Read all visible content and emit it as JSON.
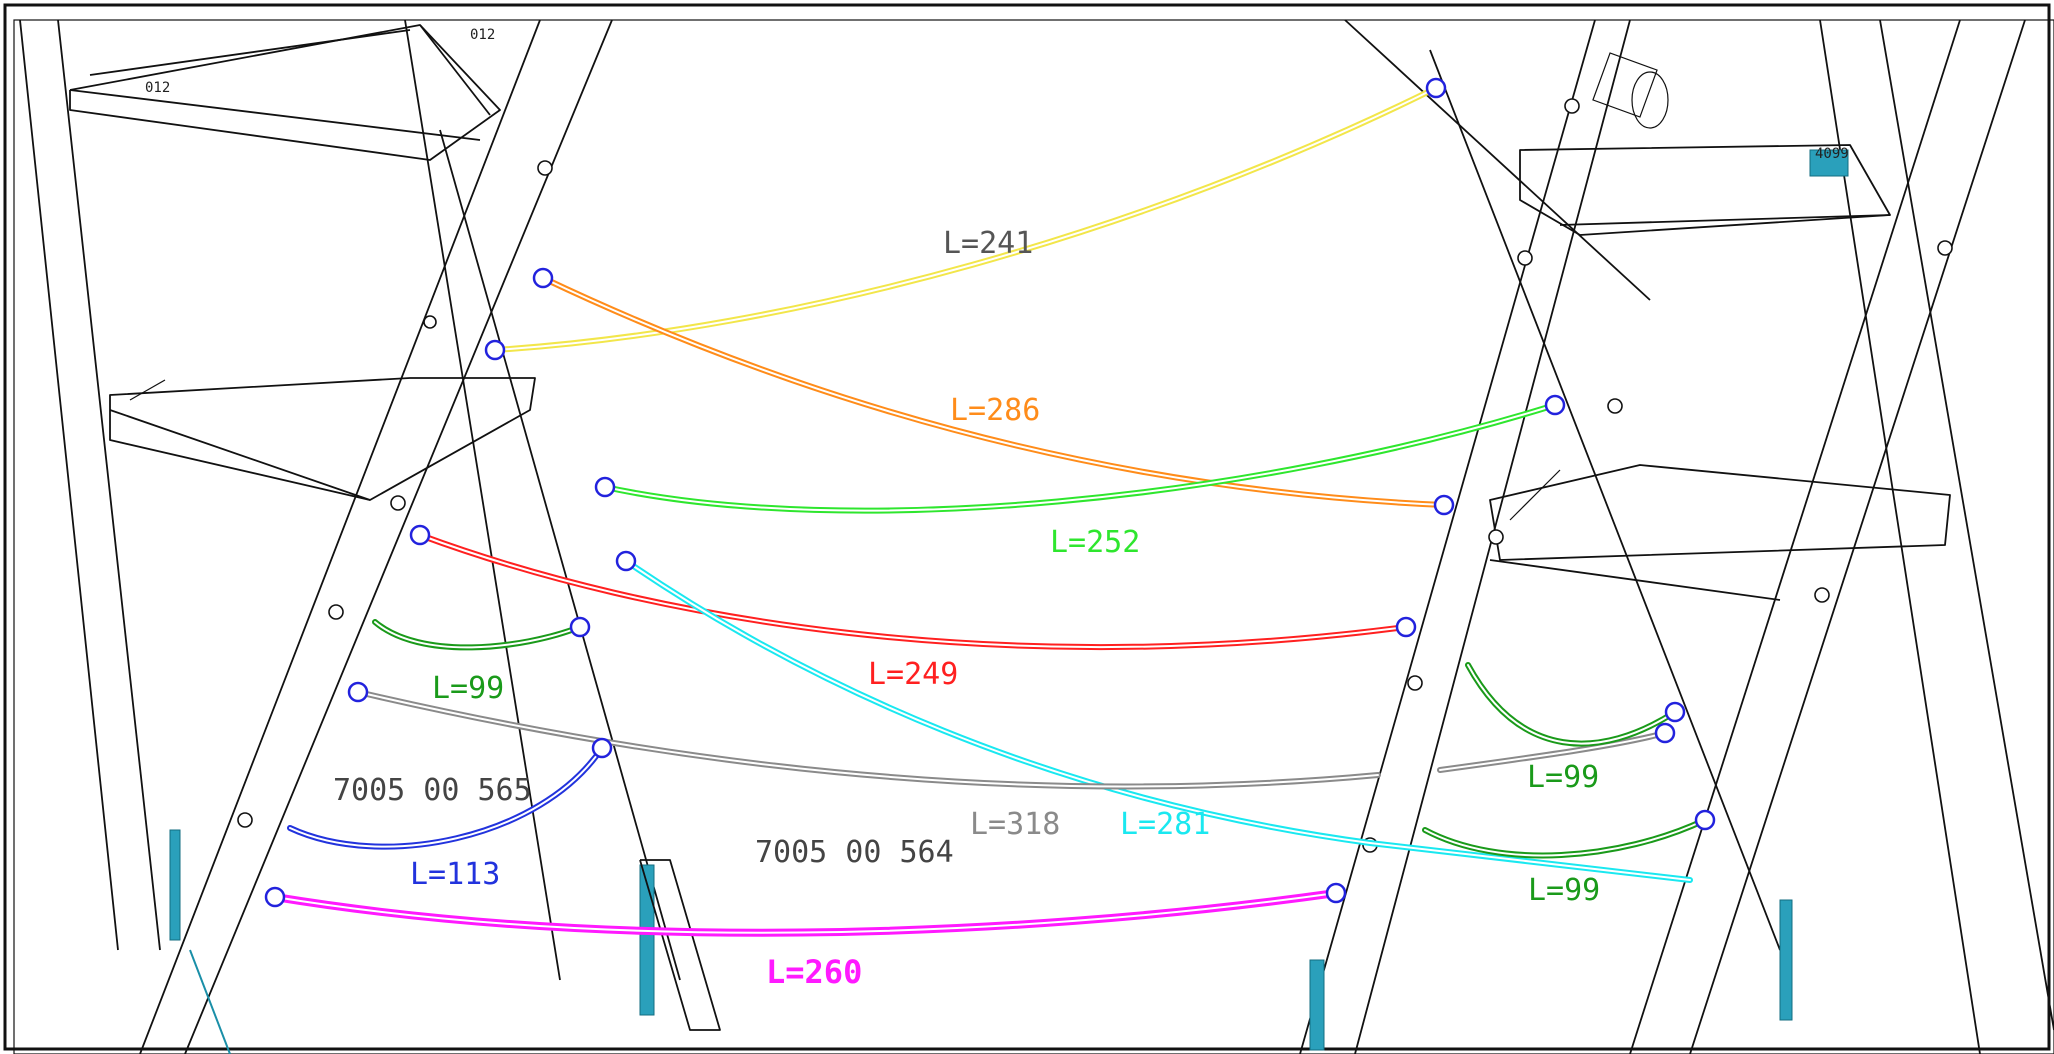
{
  "drawing": {
    "part_numbers": {
      "left": "7005 00 565",
      "center": "7005 00 564"
    },
    "small_texts": {
      "top_left_1": "012",
      "top_left_2": "012",
      "top_right": "4099"
    },
    "cables": [
      {
        "id": "yellow",
        "label": "L=241",
        "color": "#f2e64a"
      },
      {
        "id": "orange",
        "label": "L=286",
        "color": "#ff8c1a"
      },
      {
        "id": "green-long",
        "label": "L=252",
        "color": "#2ee62e"
      },
      {
        "id": "red",
        "label": "L=249",
        "color": "#ff2020"
      },
      {
        "id": "dark-green-left",
        "label": "L=99",
        "color": "#1a9a1a"
      },
      {
        "id": "gray",
        "label": "L=318",
        "color": "#8a8a8a"
      },
      {
        "id": "cyan",
        "label": "L=281",
        "color": "#1ae8f0"
      },
      {
        "id": "blue",
        "label": "L=113",
        "color": "#2233dd"
      },
      {
        "id": "dark-green-right-1",
        "label": "L=99",
        "color": "#1a9a1a"
      },
      {
        "id": "dark-green-right-2",
        "label": "L=99",
        "color": "#1a9a1a"
      },
      {
        "id": "magenta",
        "label": "L=260",
        "color": "#ff1aff"
      }
    ]
  }
}
